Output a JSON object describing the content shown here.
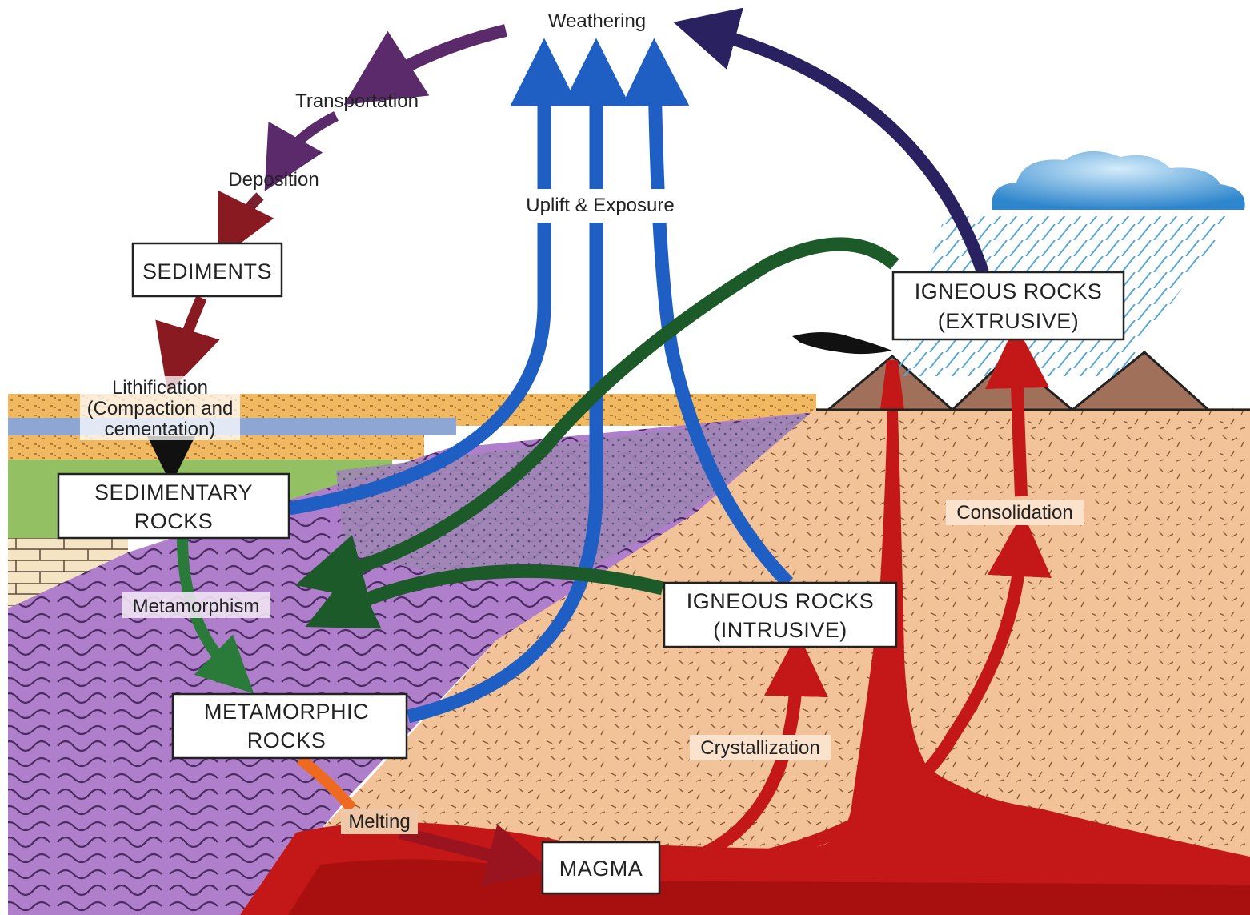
{
  "boxes": {
    "sediments": "SEDIMENTS",
    "sedimentary_rocks": [
      "SEDIMENTARY",
      "ROCKS"
    ],
    "metamorphic_rocks": [
      "METAMORPHIC",
      "ROCKS"
    ],
    "igneous_intrusive": [
      "IGNEOUS ROCKS",
      "(INTRUSIVE)"
    ],
    "igneous_extrusive": [
      "IGNEOUS ROCKS",
      "(EXTRUSIVE)"
    ],
    "magma": "MAGMA"
  },
  "processes": {
    "weathering": "Weathering",
    "transportation": "Transportation",
    "deposition": "Deposition",
    "lithification": [
      "Lithification",
      "(Compaction and",
      "cementation)"
    ],
    "uplift": "Uplift & Exposure",
    "metamorphism": "Metamorphism",
    "melting": "Melting",
    "crystallization": "Crystallization",
    "consolidation": "Consolidation"
  },
  "colors": {
    "weathering_arrows": "#5a2a6a",
    "uplift_arrows": "#1f5fc4",
    "green_arrows": "#1d5a2a",
    "magma_red": "#c41818",
    "metamorphic_purple": "#a877c4",
    "igneous_tan": "#f2c298",
    "extrusive_arrow": "#2a2260"
  }
}
